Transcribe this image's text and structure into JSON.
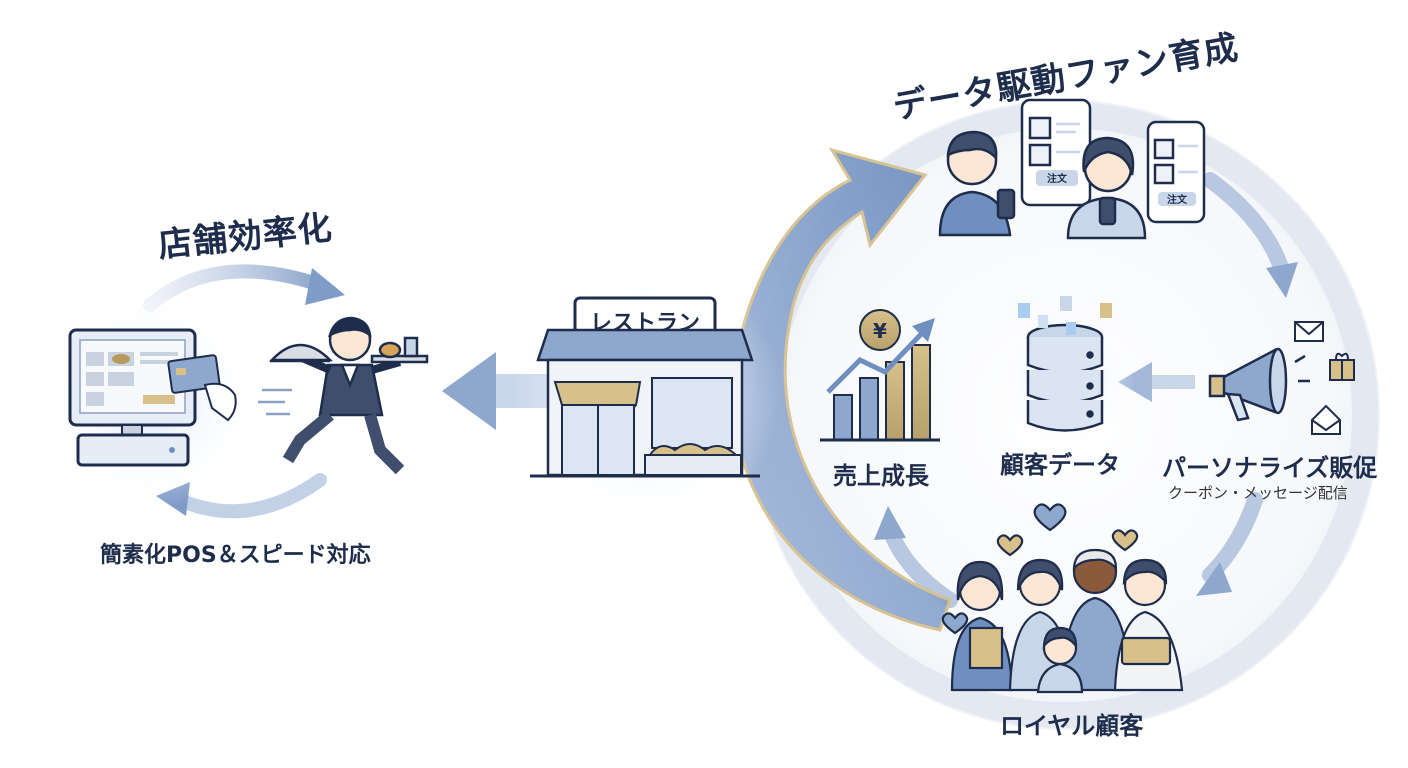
{
  "left_section": {
    "title": "店舗効率化",
    "caption": "簡素化POS＆スピード対応"
  },
  "center": {
    "sign": "レストラン"
  },
  "right_section": {
    "title": "データ駆動ファン育成",
    "order_button_1": "注文",
    "order_button_2": "注文",
    "sales_label": "売上成長",
    "currency_symbol": "¥",
    "data_label": "顧客データ",
    "promo_label": "パーソナライズ販促",
    "promo_sub": "クーポン・メッセージ配信",
    "loyal_label": "ロイヤル顧客"
  },
  "colors": {
    "navy": "#1f2d4d",
    "blue": "#7f9bc8",
    "light_blue": "#c9d6ea",
    "gold": "#c9b27a",
    "pale": "#eef2f8"
  }
}
